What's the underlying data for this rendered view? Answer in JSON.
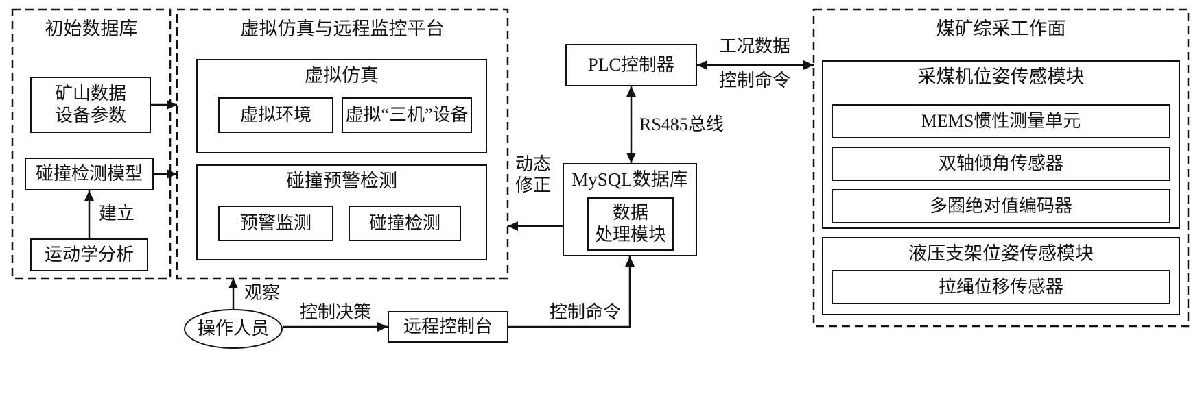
{
  "initial_db": {
    "title": "初始数据库",
    "mine_data": "矿山数据\n设备参数",
    "collision_model": "碰撞检测模型",
    "kinematics": "运动学分析"
  },
  "platform": {
    "title": "虚拟仿真与远程监控平台",
    "virtual_sim": {
      "title": "虚拟仿真",
      "virtual_env": "虚拟环境",
      "virtual_three_machines": "虚拟“三机”设备"
    },
    "collision_warning": {
      "title": "碰撞预警检测",
      "warning_monitor": "预警监测",
      "collision_detect": "碰撞检测"
    }
  },
  "plc": {
    "label": "PLC控制器"
  },
  "mysql": {
    "title": "MySQL数据库",
    "data_module": "数据\n处理模块"
  },
  "workface": {
    "title": "煤矿综采工作面",
    "shearer_module": {
      "title": "采煤机位姿传感模块",
      "mems": "MEMS惯性测量单元",
      "tilt_sensor": "双轴倾角传感器",
      "encoder": "多圈绝对值编码器"
    },
    "support_module": {
      "title": "液压支架位姿传感模块",
      "rope_sensor": "拉绳位移传感器"
    }
  },
  "operator": {
    "label": "操作人员"
  },
  "remote_console": {
    "label": "远程控制台"
  },
  "edges": {
    "establish": "建立",
    "observe": "观察",
    "control_decision": "控制决策",
    "control_command_console": "控制命令",
    "dynamic_correction": "动态\n修正",
    "rs485_bus": "RS485总线",
    "condition_data": "工况数据",
    "control_command_plc": "控制命令"
  },
  "colors": {
    "ink": "#111111",
    "background": "#ffffff"
  }
}
